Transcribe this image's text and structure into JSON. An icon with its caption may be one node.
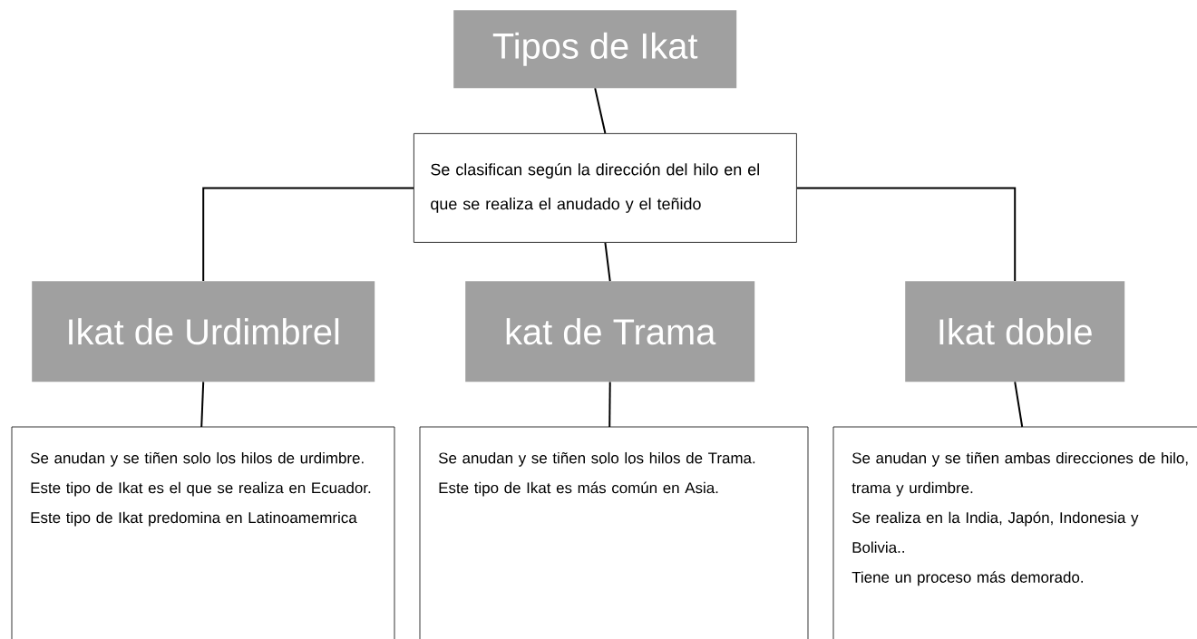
{
  "diagram": {
    "nodes": [
      {
        "text": [
          "Tipos de Ikat"
        ]
      },
      {
        "text": [
          "Se clasifican según la dirección del hilo en el que se realiza el anudado y el teñido"
        ]
      },
      {
        "text": [
          "Ikat de Urdimbrel"
        ]
      },
      {
        "text": [
          "kat de Trama"
        ]
      },
      {
        "text": [
          "Ikat doble"
        ]
      },
      {
        "text": [
          "Se anudan y se tiñen solo los hilos de urdimbre.",
          "Este tipo de Ikat es el que se realiza en Ecuador.",
          "Este tipo de Ikat predomina en Latinoamemrica"
        ]
      },
      {
        "text": [
          "Se anudan y se tiñen solo los hilos de Trama.",
          "Este tipo de Ikat es más común en Asia."
        ]
      },
      {
        "text": [
          "Se anudan y se tiñen ambas direcciones de hilo, trama y urdimbre.",
          "Se realiza en la India, Japón, Indonesia y Bolivia..",
          "Tiene un proceso más demorado."
        ]
      }
    ],
    "edges": [
      {
        "from": 0,
        "to": 1,
        "arrow": "none"
      },
      {
        "from": 1,
        "to": 2,
        "arrow": "none"
      },
      {
        "from": 1,
        "to": 3,
        "arrow": "none"
      },
      {
        "from": 1,
        "to": 4,
        "arrow": "none"
      },
      {
        "from": 2,
        "to": 5,
        "arrow": "none"
      },
      {
        "from": 3,
        "to": 6,
        "arrow": "none"
      },
      {
        "from": 4,
        "to": 7,
        "arrow": "none"
      }
    ]
  }
}
